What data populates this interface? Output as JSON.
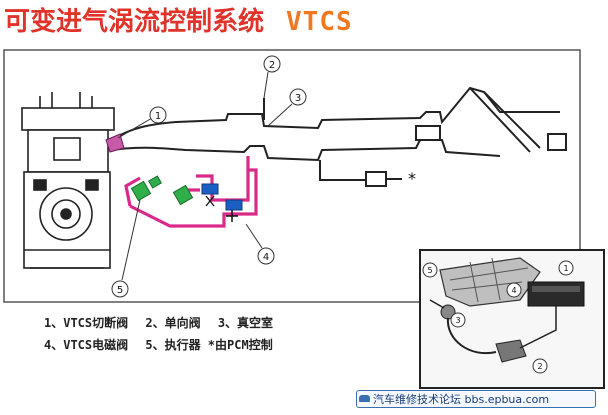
{
  "title": {
    "chinese": "可变进气涡流控制系统",
    "english": "VTCS"
  },
  "callouts": [
    "1",
    "2",
    "3",
    "4",
    "5",
    "*"
  ],
  "inset_callouts": [
    "1",
    "2",
    "3",
    "4",
    "5"
  ],
  "legend": {
    "row1": [
      "1、VTCS切断阀",
      "2、单向阀",
      "3、真空室"
    ],
    "row2": [
      "4、VTCS电磁阀",
      "5、执行器 *由PCM控制"
    ]
  },
  "footer": "汽车维修技术论坛 bbs.epbua.com",
  "colors": {
    "title_zh": "#e0332a",
    "title_en": "#f07820",
    "vacuum_line": "#d92a8a",
    "valve": "#2fae4a",
    "solenoid": "#1c5fc4"
  }
}
